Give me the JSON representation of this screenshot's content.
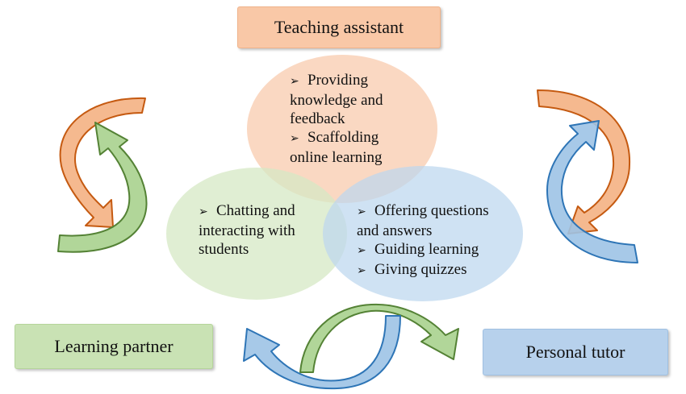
{
  "roles": {
    "teaching_assistant": "Teaching assistant",
    "learning_partner": "Learning partner",
    "personal_tutor": "Personal tutor"
  },
  "circles": {
    "teaching": [
      "Providing",
      "knowledge and",
      "feedback",
      "Scaffolding",
      "online learning"
    ],
    "partner": [
      "Chatting and",
      "interacting with",
      "students"
    ],
    "tutor": [
      "Offering questions",
      "and answers",
      "Guiding learning",
      "Giving quizzes"
    ]
  },
  "bullet_glyph": "➢",
  "colors": {
    "orange_fill": "#f4b183",
    "orange_stroke": "#c55a11",
    "green_fill": "#a9d18e",
    "green_stroke": "#548235",
    "blue_fill": "#9dc3e6",
    "blue_stroke": "#2e75b6",
    "teaching_box": "#f9c8a7",
    "partner_box": "#c9e2b4",
    "tutor_box": "#b7d1ec"
  }
}
